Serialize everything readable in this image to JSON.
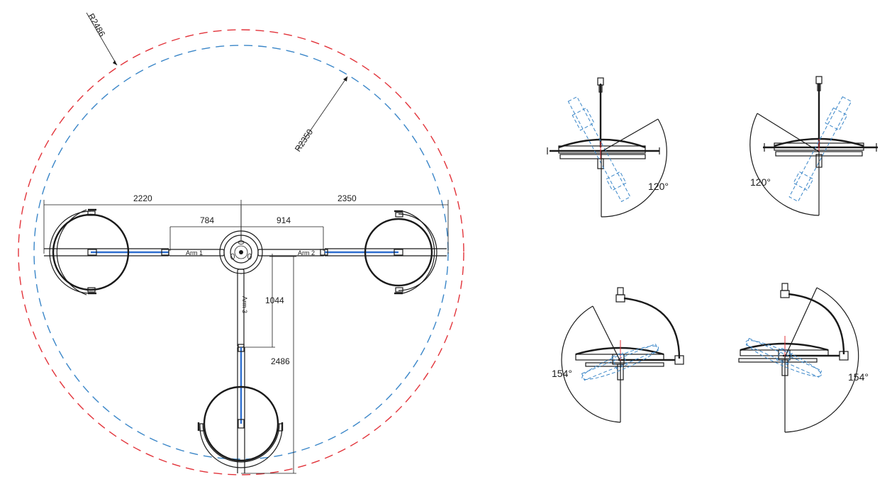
{
  "plan_view": {
    "radius_outer_label": "R2486",
    "radius_inner_label": "R2350",
    "dim_left_total": "2220",
    "dim_right_total": "2350",
    "dim_left_arm": "784",
    "dim_right_arm": "914",
    "dim_arm3_short": "1044",
    "dim_arm3_total": "2486",
    "arm1_label": "Arm 1",
    "arm2_label": "Arm 2",
    "arm3_label": "Arm 3",
    "colors": {
      "outer_circle": "#e2333a",
      "inner_circle": "#3a86c8",
      "arms": "#2e6fd0"
    }
  },
  "side_views": {
    "top_left_angle": "120°",
    "top_right_angle": "120°",
    "bottom_left_angle": "154°",
    "bottom_right_angle": "154°"
  }
}
